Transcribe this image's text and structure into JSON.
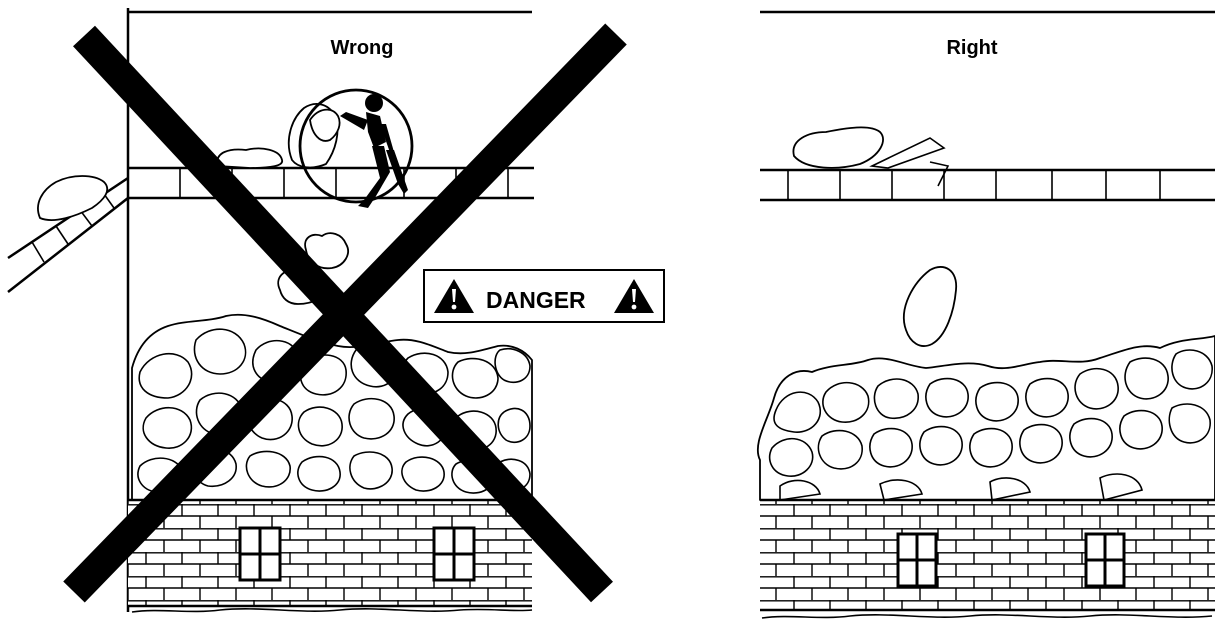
{
  "panels": {
    "wrong": {
      "label": "Wrong"
    },
    "right": {
      "label": "Right"
    }
  },
  "danger_sign": {
    "text": "DANGER",
    "icon": "warning-triangle-icon"
  },
  "colors": {
    "ink": "#000000",
    "background": "#ffffff"
  }
}
